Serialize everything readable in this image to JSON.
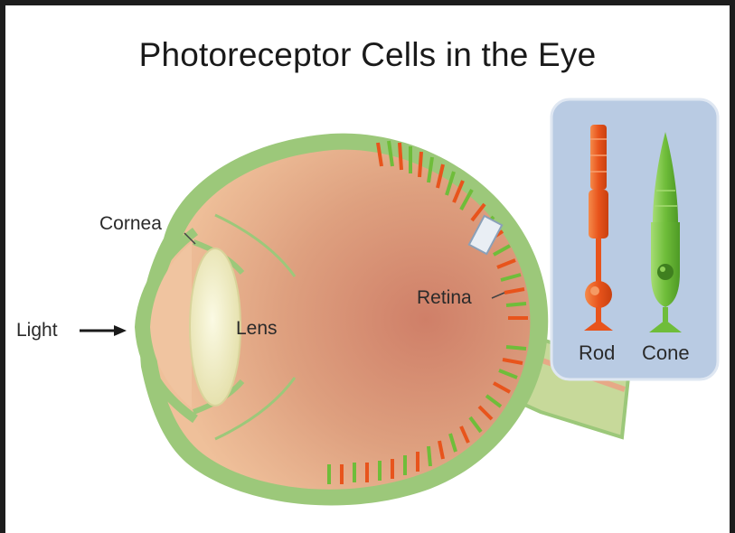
{
  "title": "Photoreceptor Cells in the Eye",
  "labels": {
    "cornea": "Cornea",
    "light": "Light",
    "lens": "Lens",
    "retina": "Retina",
    "rod": "Rod",
    "cone": "Cone"
  },
  "colors": {
    "eyeball_outline": "#9cc87a",
    "eye_interior_light": "#efc09a",
    "eye_interior_dark": "#cf7f68",
    "lens": "#f1efc8",
    "rod": "#e8541c",
    "cone": "#6fbd3a",
    "inset_background": "#b9cbe3"
  }
}
